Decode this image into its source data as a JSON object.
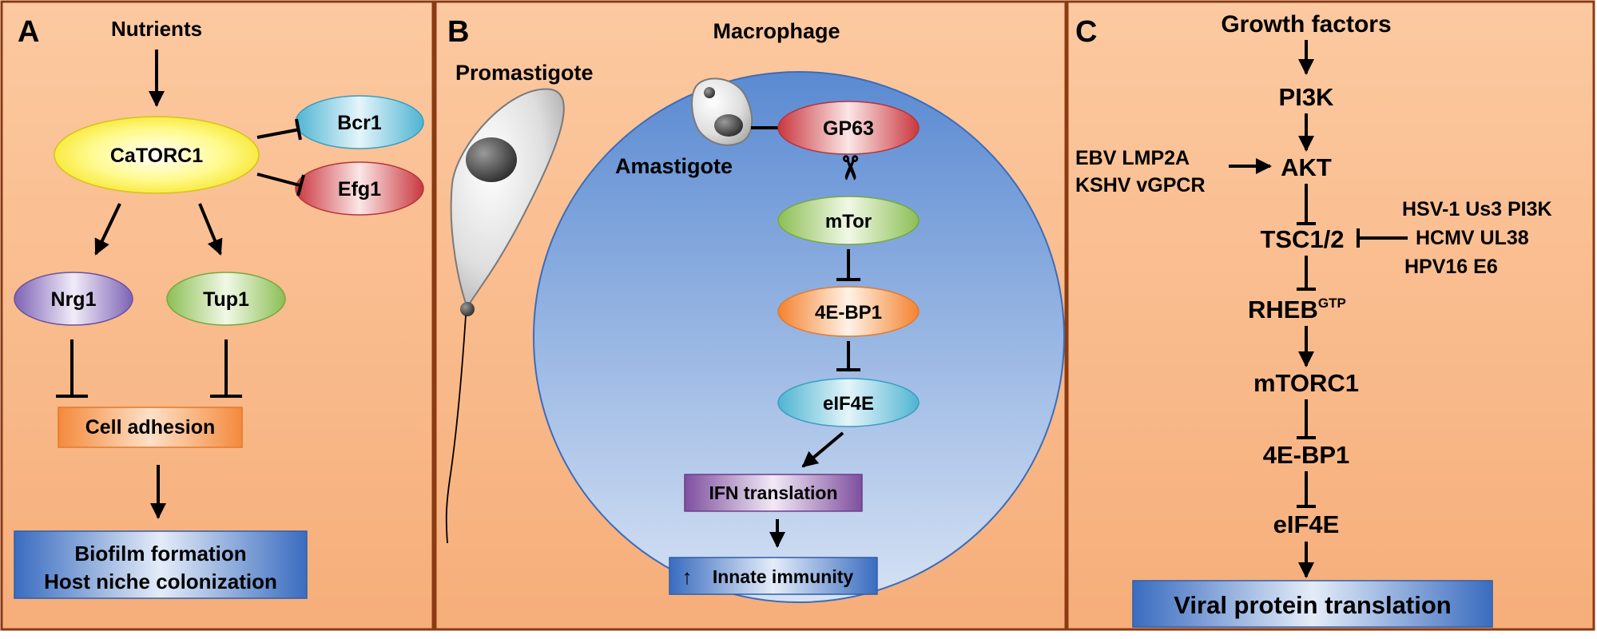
{
  "colors": {
    "panel_bg_top": "#fbc79b",
    "panel_bg_bottom": "#f7b27e",
    "panel_border": "#8b3a12",
    "cell_circle_top": "#5a8fd6",
    "cell_circle_bottom": "#c7d8f2",
    "yellow": "#fff23a",
    "blue": "#6fc9df",
    "red": "#d9535a",
    "purple": "#9b86c8",
    "green": "#a7cf73",
    "orange": "#f79a4f",
    "box_blue": "#3f6fbf",
    "box_purple": "#8a5aa6"
  },
  "panel_a": {
    "letter": "A",
    "nutrients": "Nutrients",
    "catorc1": "CaTORC1",
    "bcr1": "Bcr1",
    "efg1": "Efg1",
    "nrg1": "Nrg1",
    "tup1": "Tup1",
    "cell_adhesion": "Cell adhesion",
    "biofilm": "Biofilm formation",
    "host_niche": "Host niche colonization"
  },
  "panel_b": {
    "letter": "B",
    "macrophage": "Macrophage",
    "promastigote": "Promastigote",
    "amastigote": "Amastigote",
    "gp63": "GP63",
    "mtor": "mTor",
    "ebp1": "4E-BP1",
    "eif4e": "eIF4E",
    "ifn_translation": "IFN translation",
    "innate_immunity": "Innate immunity",
    "arrow_up_glyph": "↑",
    "scissors_glyph": "✂"
  },
  "panel_c": {
    "letter": "C",
    "growth_factors": "Growth factors",
    "pi3k": "PI3K",
    "akt": "AKT",
    "ebv": "EBV LMP2A",
    "kshv": "KSHV vGPCR",
    "tsc": "TSC1/2",
    "hsv": "HSV-1 Us3 PI3K",
    "hcmv": "HCMV UL38",
    "hpv": "HPV16 E6",
    "rheb": "RHEB",
    "rheb_sup": "GTP",
    "mtorc1": "mTORC1",
    "ebp1": "4E-BP1",
    "eif4e": "eIF4E",
    "viral": "Viral protein translation"
  }
}
